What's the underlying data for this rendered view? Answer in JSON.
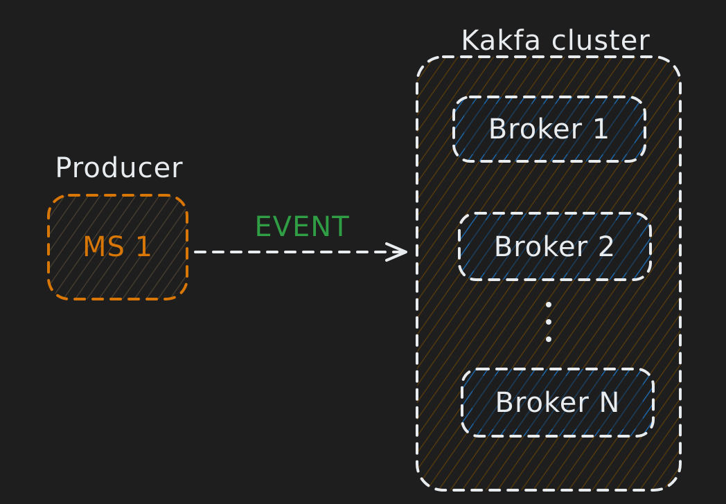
{
  "producer": {
    "label": "Producer",
    "service_label": "MS 1"
  },
  "event": {
    "label": "EVENT"
  },
  "cluster": {
    "label": "Kakfa cluster",
    "brokers": [
      {
        "label": "Broker 1"
      },
      {
        "label": "Broker 2"
      },
      {
        "label": "Broker N"
      }
    ]
  },
  "colors": {
    "background": "#1e1e1e",
    "producer": "#d97706",
    "event": "#2f9e44",
    "cluster": "#e9ecef",
    "cluster_hatch": "#5c3d0a",
    "broker_hatch": "#1864ab"
  }
}
